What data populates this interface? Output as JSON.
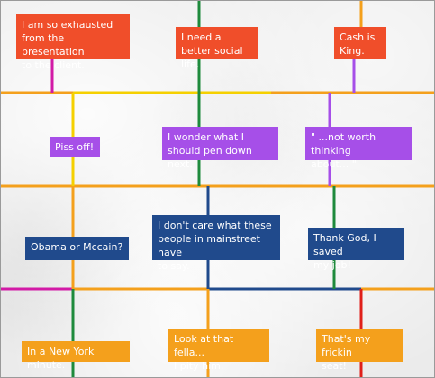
{
  "colors": {
    "red": "#f04e2a",
    "purple": "#a64fe8",
    "blue": "#204a8c",
    "orange": "#f4a01c",
    "yellow": "#f5d000",
    "green": "#1e8a3c",
    "magenta": "#d21aa6",
    "darkred": "#e0201a"
  },
  "notes": {
    "n1": "I am so exhausted\nfrom the presentation\nto the client.",
    "n2": "I need a\nbetter social life.",
    "n3": "Cash is\nKing.",
    "n4": "Piss off!",
    "n5": "I wonder what I\nshould pen down next.",
    "n6": "\" ...not worth thinking\nabout... \"",
    "n7": "Obama or Mccain?",
    "n8": "I don't care what these\npeople in mainstreet have\nto say.",
    "n9": "Thank God, I saved\nmy job!",
    "n10": "In a New York minute.",
    "n11": "Look at that fella...\nI pity him.",
    "n12": "That's my frickin\nseat!"
  }
}
